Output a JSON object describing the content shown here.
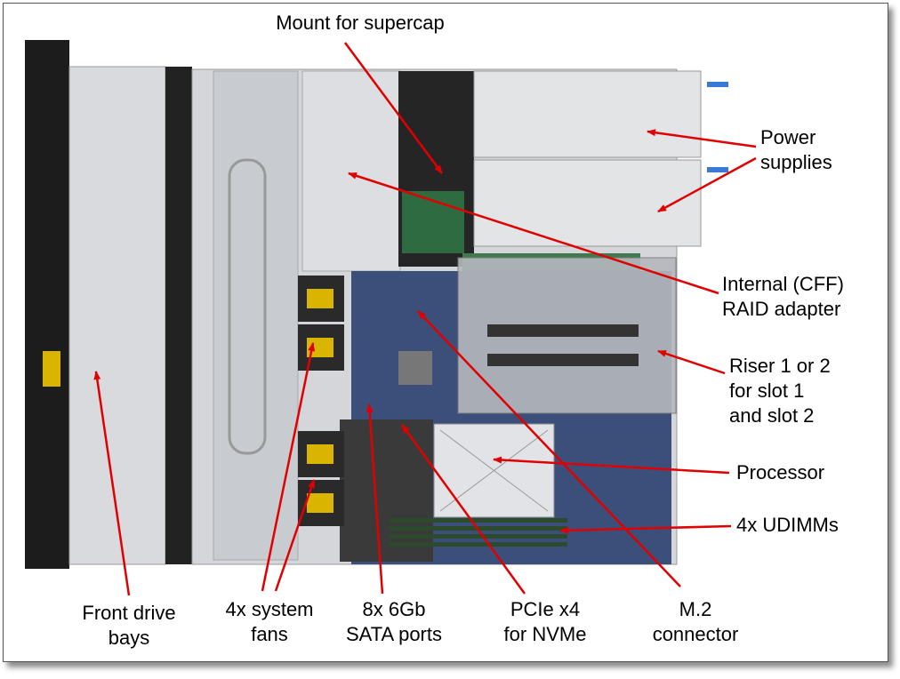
{
  "labels": {
    "supercap": "Mount for supercap",
    "power": [
      "Power",
      "supplies"
    ],
    "raid": [
      "Internal (CFF)",
      "RAID adapter"
    ],
    "riser": [
      "Riser 1 or 2",
      "for slot 1",
      "and slot 2"
    ],
    "processor": "Processor",
    "udimms": "4x UDIMMs",
    "drive_bays": [
      "Front drive",
      "bays"
    ],
    "fans": [
      "4x system",
      "fans"
    ],
    "sata": [
      "8x 6Gb",
      "SATA ports"
    ],
    "pcie": [
      "PCIe x4",
      "for NVMe"
    ],
    "m2": [
      "M.2",
      "connector"
    ]
  },
  "colors": {
    "arrow": "#e00000",
    "chassis": "#d4d6da",
    "board": "#3b4f7a",
    "raid_board": "#3f7a4e"
  }
}
